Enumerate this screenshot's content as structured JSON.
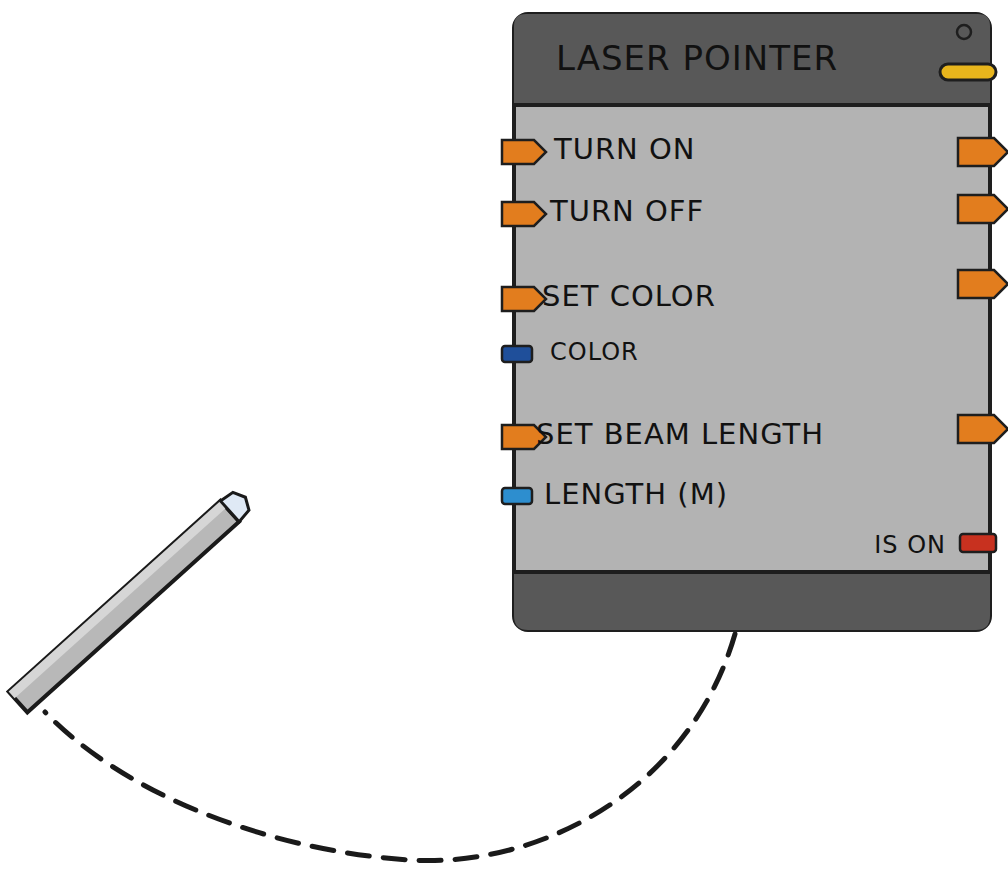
{
  "diagram": {
    "nodes": [
      {
        "text": [
          "LASER POINTER"
        ]
      }
    ],
    "labels": [
      "TURN ON",
      "TURN OFF",
      "SET COLOR",
      "COLOR",
      "SET BEAM LENGTH",
      "LENGTH (M)",
      "IS ON"
    ]
  }
}
